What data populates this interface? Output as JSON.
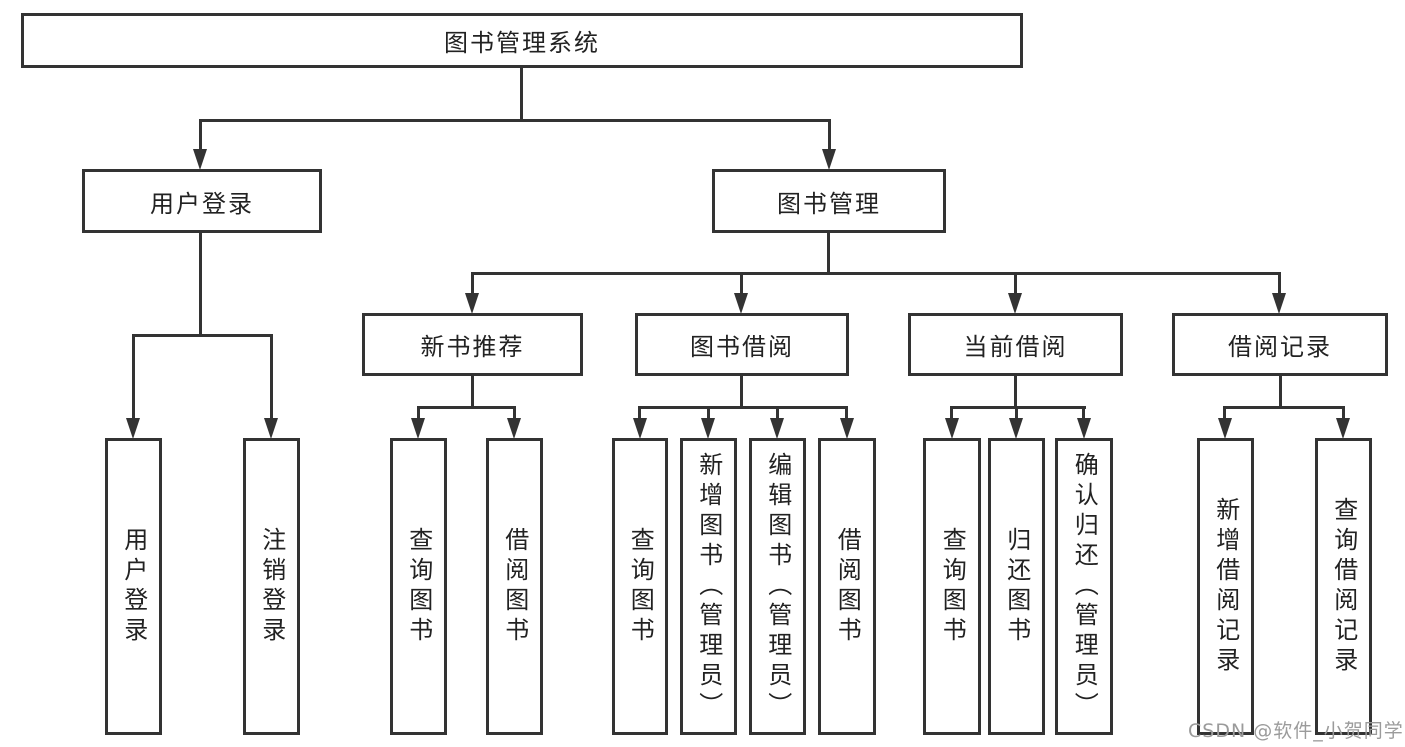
{
  "diagram": {
    "title": "图书管理系统",
    "level2": [
      {
        "id": "user-login",
        "label": "用户登录"
      },
      {
        "id": "book-management",
        "label": "图书管理"
      }
    ],
    "level3": [
      {
        "id": "new-book-recommendation",
        "label": "新书推荐",
        "parent": "图书管理"
      },
      {
        "id": "book-borrowing",
        "label": "图书借阅",
        "parent": "图书管理"
      },
      {
        "id": "current-borrowing",
        "label": "当前借阅",
        "parent": "图书管理"
      },
      {
        "id": "borrowing-records",
        "label": "借阅记录",
        "parent": "图书管理"
      }
    ],
    "leaves": [
      {
        "label": "用户登录",
        "parent": "用户登录"
      },
      {
        "label": "注销登录",
        "parent": "用户登录"
      },
      {
        "label": "查询图书",
        "parent": "新书推荐"
      },
      {
        "label": "借阅图书",
        "parent": "新书推荐"
      },
      {
        "label": "查询图书",
        "parent": "图书借阅"
      },
      {
        "label": "新增图书（管理员）",
        "parent": "图书借阅"
      },
      {
        "label": "编辑图书（管理员）",
        "parent": "图书借阅"
      },
      {
        "label": "借阅图书",
        "parent": "图书借阅"
      },
      {
        "label": "查询图书",
        "parent": "当前借阅"
      },
      {
        "label": "归还图书",
        "parent": "当前借阅"
      },
      {
        "label": "确认归还（管理员）",
        "parent": "当前借阅"
      },
      {
        "label": "新增借阅记录",
        "parent": "借阅记录"
      },
      {
        "label": "查询借阅记录",
        "parent": "借阅记录"
      }
    ]
  },
  "watermark": "CSDN @软件_小贺同学",
  "colors": {
    "line": "#333333",
    "text": "#222222",
    "watermark": "#9b9b9b",
    "background": "#ffffff"
  }
}
